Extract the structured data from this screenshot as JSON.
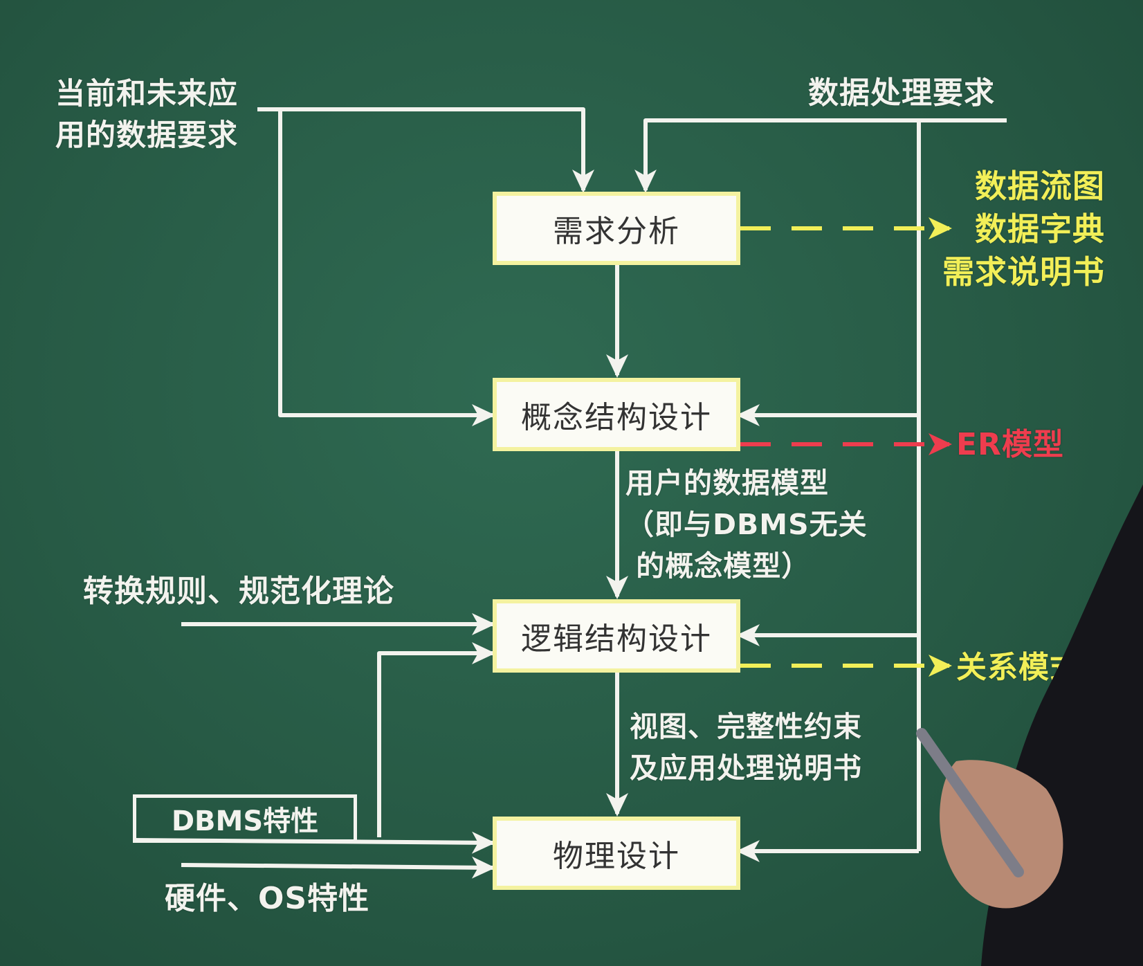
{
  "inputs": {
    "current_future_data_req": "当前和未来应\n用的数据要求",
    "processing_req": "数据处理要求",
    "transform_rules": "转换规则、规范化理论",
    "dbms_features": "DBMS特性",
    "hardware_os": "硬件、OS特性"
  },
  "steps": {
    "requirement_analysis": "需求分析",
    "conceptual_design": "概念结构设计",
    "logical_design": "逻辑结构设计",
    "physical_design": "物理设计"
  },
  "intermediate": {
    "user_data_model": "用户的数据模型\n（即与DBMS无关\n 的概念模型）",
    "views_constraints": "视图、完整性约束\n及应用处理说明书"
  },
  "outputs": {
    "req_docs": "数据流图\n数据字典\n需求说明书",
    "er_model": "ER模型",
    "relational_schema": "关系模式"
  },
  "colors": {
    "board": "#275a45",
    "line": "#f3f3ee",
    "box_fill": "#fbfbf5",
    "box_border": "#f4f2a0",
    "output_yellow": "#f2ef58",
    "output_red": "#ee3d4e"
  }
}
